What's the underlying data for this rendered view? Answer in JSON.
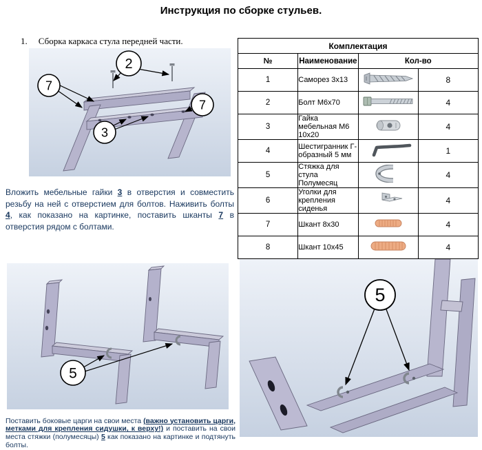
{
  "page": {
    "title": "Инструкция по сборке стульев."
  },
  "colors": {
    "instruction_text": "#17365d",
    "diagram_background": "#d9e2ee",
    "wood_beam": "#b4b2cc",
    "dowel": "#edac84"
  },
  "step1": {
    "number": "1.",
    "heading": "Сборка каркаса стула передней части.",
    "instruction": [
      {
        "t": "Вложить мебельные гайки "
      },
      {
        "t": "3",
        "b": true,
        "u": true
      },
      {
        "t": " в отверстия и совместить резьбу на ней с отверстием для болтов. Наживить болты "
      },
      {
        "t": "4",
        "b": true,
        "u": true
      },
      {
        "t": ", как показано на картинке, поставить шканты "
      },
      {
        "t": "7",
        "b": true,
        "u": true
      },
      {
        "t": " в отверстия рядом с болтами."
      }
    ]
  },
  "step2": {
    "instruction": [
      {
        "t": "Поставить боковые царги на свои места "
      },
      {
        "t": "(важно установить царги, метками для крепления сидушки, к верху!)",
        "b": true,
        "u": true
      },
      {
        "t": " и поставить на свои места стяжки (полумесяцы) "
      },
      {
        "t": "5",
        "b": true,
        "u": true
      },
      {
        "t": " как показано на картинке и подтянуть болты."
      }
    ]
  },
  "diagrams": {
    "front_frame": {
      "callouts": [
        "2",
        "7",
        "3",
        "7"
      ]
    },
    "side_frame": {
      "callouts": [
        "5"
      ]
    },
    "rear_frame": {
      "callouts": [
        "5"
      ]
    }
  },
  "parts_table": {
    "title": "Комплектация",
    "columns": [
      "№",
      "Наименование",
      "Кол-во"
    ],
    "rows": [
      {
        "num": "1",
        "name": "Саморез 3х13",
        "icon": "screw-icon",
        "qty": "8"
      },
      {
        "num": "2",
        "name": "Болт М6х70",
        "icon": "bolt-icon",
        "qty": "4"
      },
      {
        "num": "3",
        "name": "Гайка мебельная М6 10х20",
        "icon": "barrel-nut-icon",
        "qty": "4"
      },
      {
        "num": "4",
        "name": "Шестигранник Г-образный 5 мм",
        "icon": "hex-key-icon",
        "qty": "1"
      },
      {
        "num": "5",
        "name": "Стяжка для стула Полумесяц",
        "icon": "half-moon-bracket-icon",
        "qty": "4"
      },
      {
        "num": "6",
        "name": "Уголки для крепления сиденья",
        "icon": "corner-bracket-icon",
        "qty": "4"
      },
      {
        "num": "7",
        "name": "Шкант 8х30",
        "icon": "dowel-8x30-icon",
        "qty": "4"
      },
      {
        "num": "8",
        "name": "Шкант 10х45",
        "icon": "dowel-10x45-icon",
        "qty": "4"
      }
    ]
  }
}
